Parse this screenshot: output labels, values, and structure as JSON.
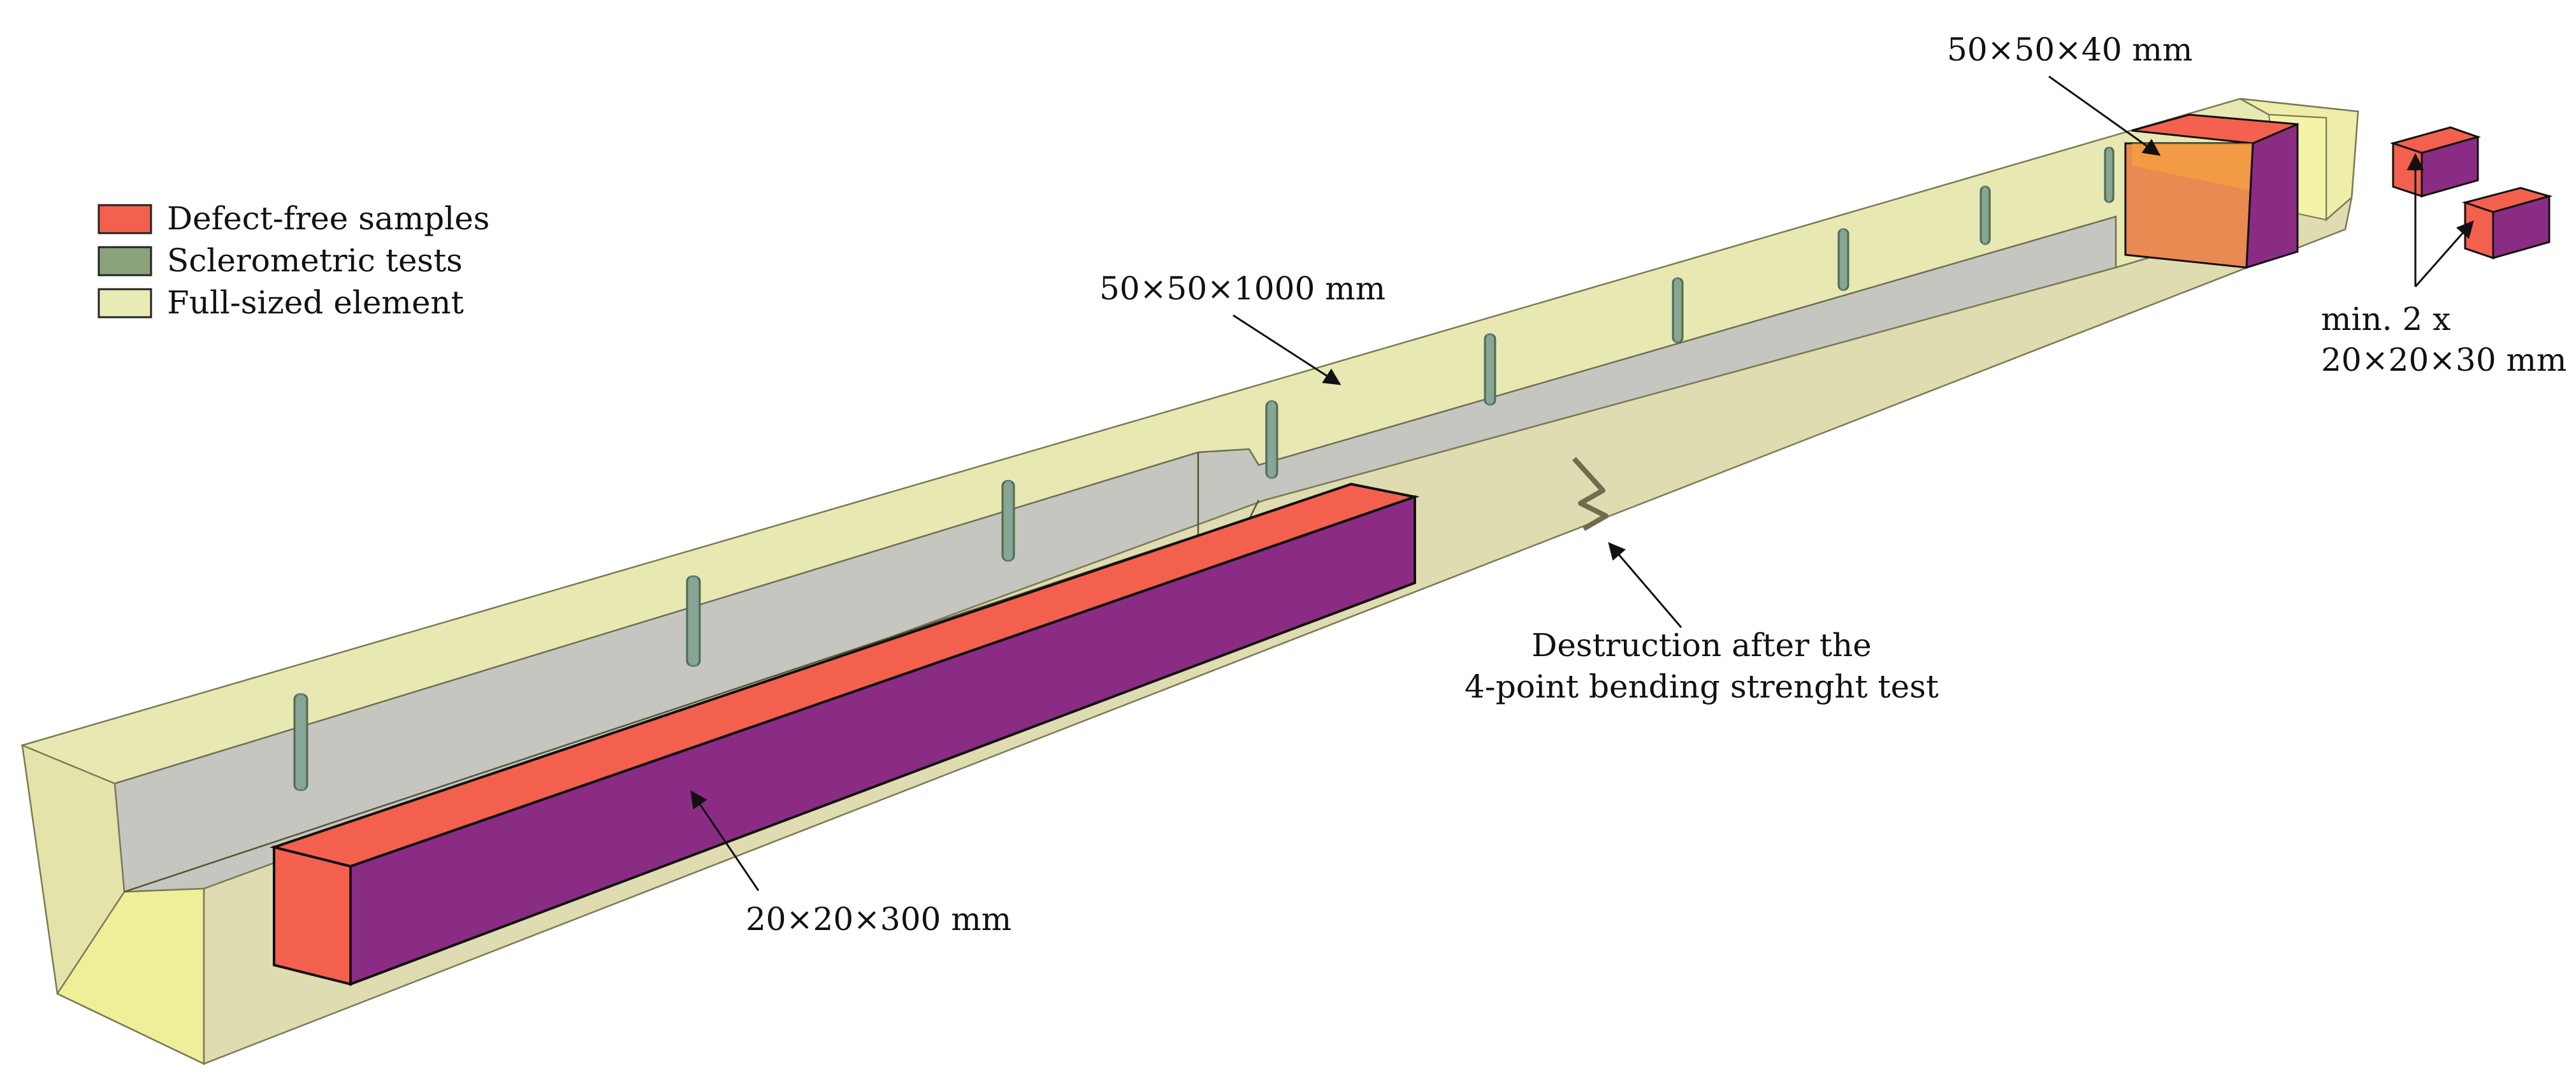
{
  "legend": {
    "items": [
      {
        "label": "Defect-free samples",
        "color": "#F4604E"
      },
      {
        "label": "Sclerometric tests",
        "color": "#8BA27C"
      },
      {
        "label": "Full-sized element",
        "color": "#EAEAB4"
      }
    ]
  },
  "labels": {
    "top_sample": "50×50×40 mm",
    "full_element": "50×50×1000 mm",
    "small_samples_line1": "min. 2 x",
    "small_samples_line2": "20×20×30 mm",
    "destruction_line1": "Destruction after the",
    "destruction_line2": "4-point bending strenght test",
    "bar_sample": "20×20×300 mm"
  },
  "colors": {
    "defect_front": "#F4604E",
    "defect_side": "#8B2C84",
    "sclerometric": "#8BA27C",
    "element_fill": "#EAEAB4",
    "inner_gray": "#C6C6C0"
  }
}
